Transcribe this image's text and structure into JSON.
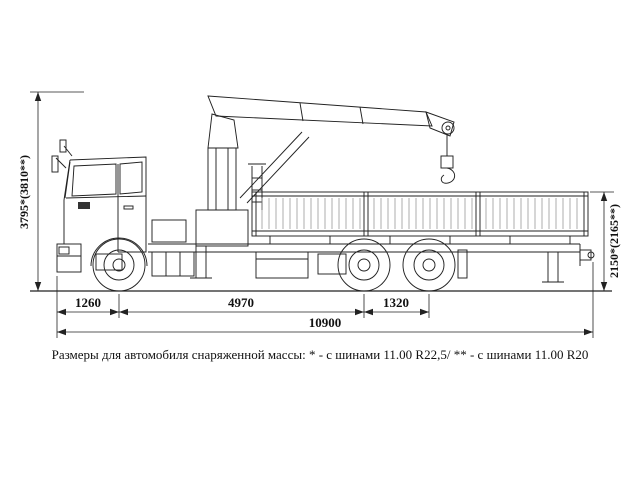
{
  "colors": {
    "background": "#ffffff",
    "line": "#222222"
  },
  "dimensions": {
    "overall_height": "3795*(3810**)",
    "body_height": "2150*(2165**)",
    "front_overhang": "1260",
    "wheelbase": "4970",
    "rear_bogie_base": "1320",
    "overall_length": "10900"
  },
  "caption": "Размеры для автомобиля снаряженной массы: * - с шинами 11.00 R22,5/ ** - с шинами 11.00 R20"
}
